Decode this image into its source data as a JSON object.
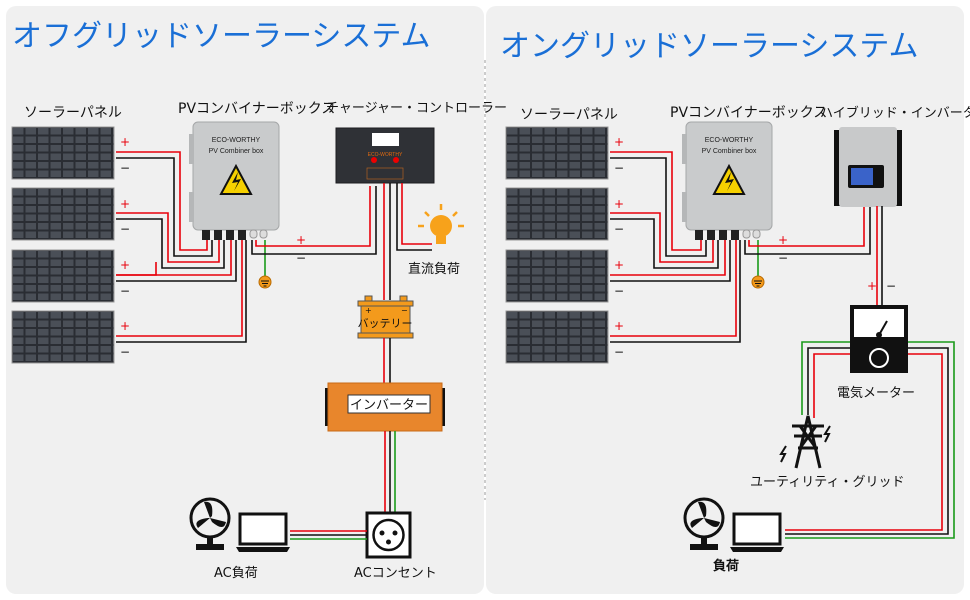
{
  "left_panel": {
    "title": "オフグリッドソーラーシステム",
    "solar_panels_label": "ソーラーパネル",
    "combiner_label": "PVコンバイナーボックス",
    "combiner_brand": "ECO-WORTHY",
    "combiner_text": "PV Combiner box",
    "controller_label": "チャージャー・コントローラー",
    "controller_brand": "ECO-WORTHY",
    "dc_load_label": "直流負荷",
    "battery_label": "バッテリー",
    "inverter_label": "インバーター",
    "ac_load_label": "AC負荷",
    "outlet_label": "ACコンセント",
    "plus": "+",
    "minus": "−"
  },
  "right_panel": {
    "title": "オングリッドソーラーシステム",
    "solar_panels_label": "ソーラーパネル",
    "combiner_label": "PVコンバイナーボックス",
    "combiner_brand": "ECO-WORTHY",
    "combiner_text": "PV Combiner box",
    "hybrid_inverter_label": "ハイブリッド・インバータ",
    "meter_label": "電気メーター",
    "grid_label": "ユーティリティ・グリッド",
    "load_label": "負荷",
    "plus": "+",
    "minus": "−"
  },
  "colors": {
    "title": "#1a6fd6",
    "positive_wire": "#e8000b",
    "negative_wire": "#111111",
    "ground_wire": "#1a9a1a",
    "battery": "#f39a1c",
    "inverter": "#e8862c",
    "background": "#f0f0f0"
  }
}
